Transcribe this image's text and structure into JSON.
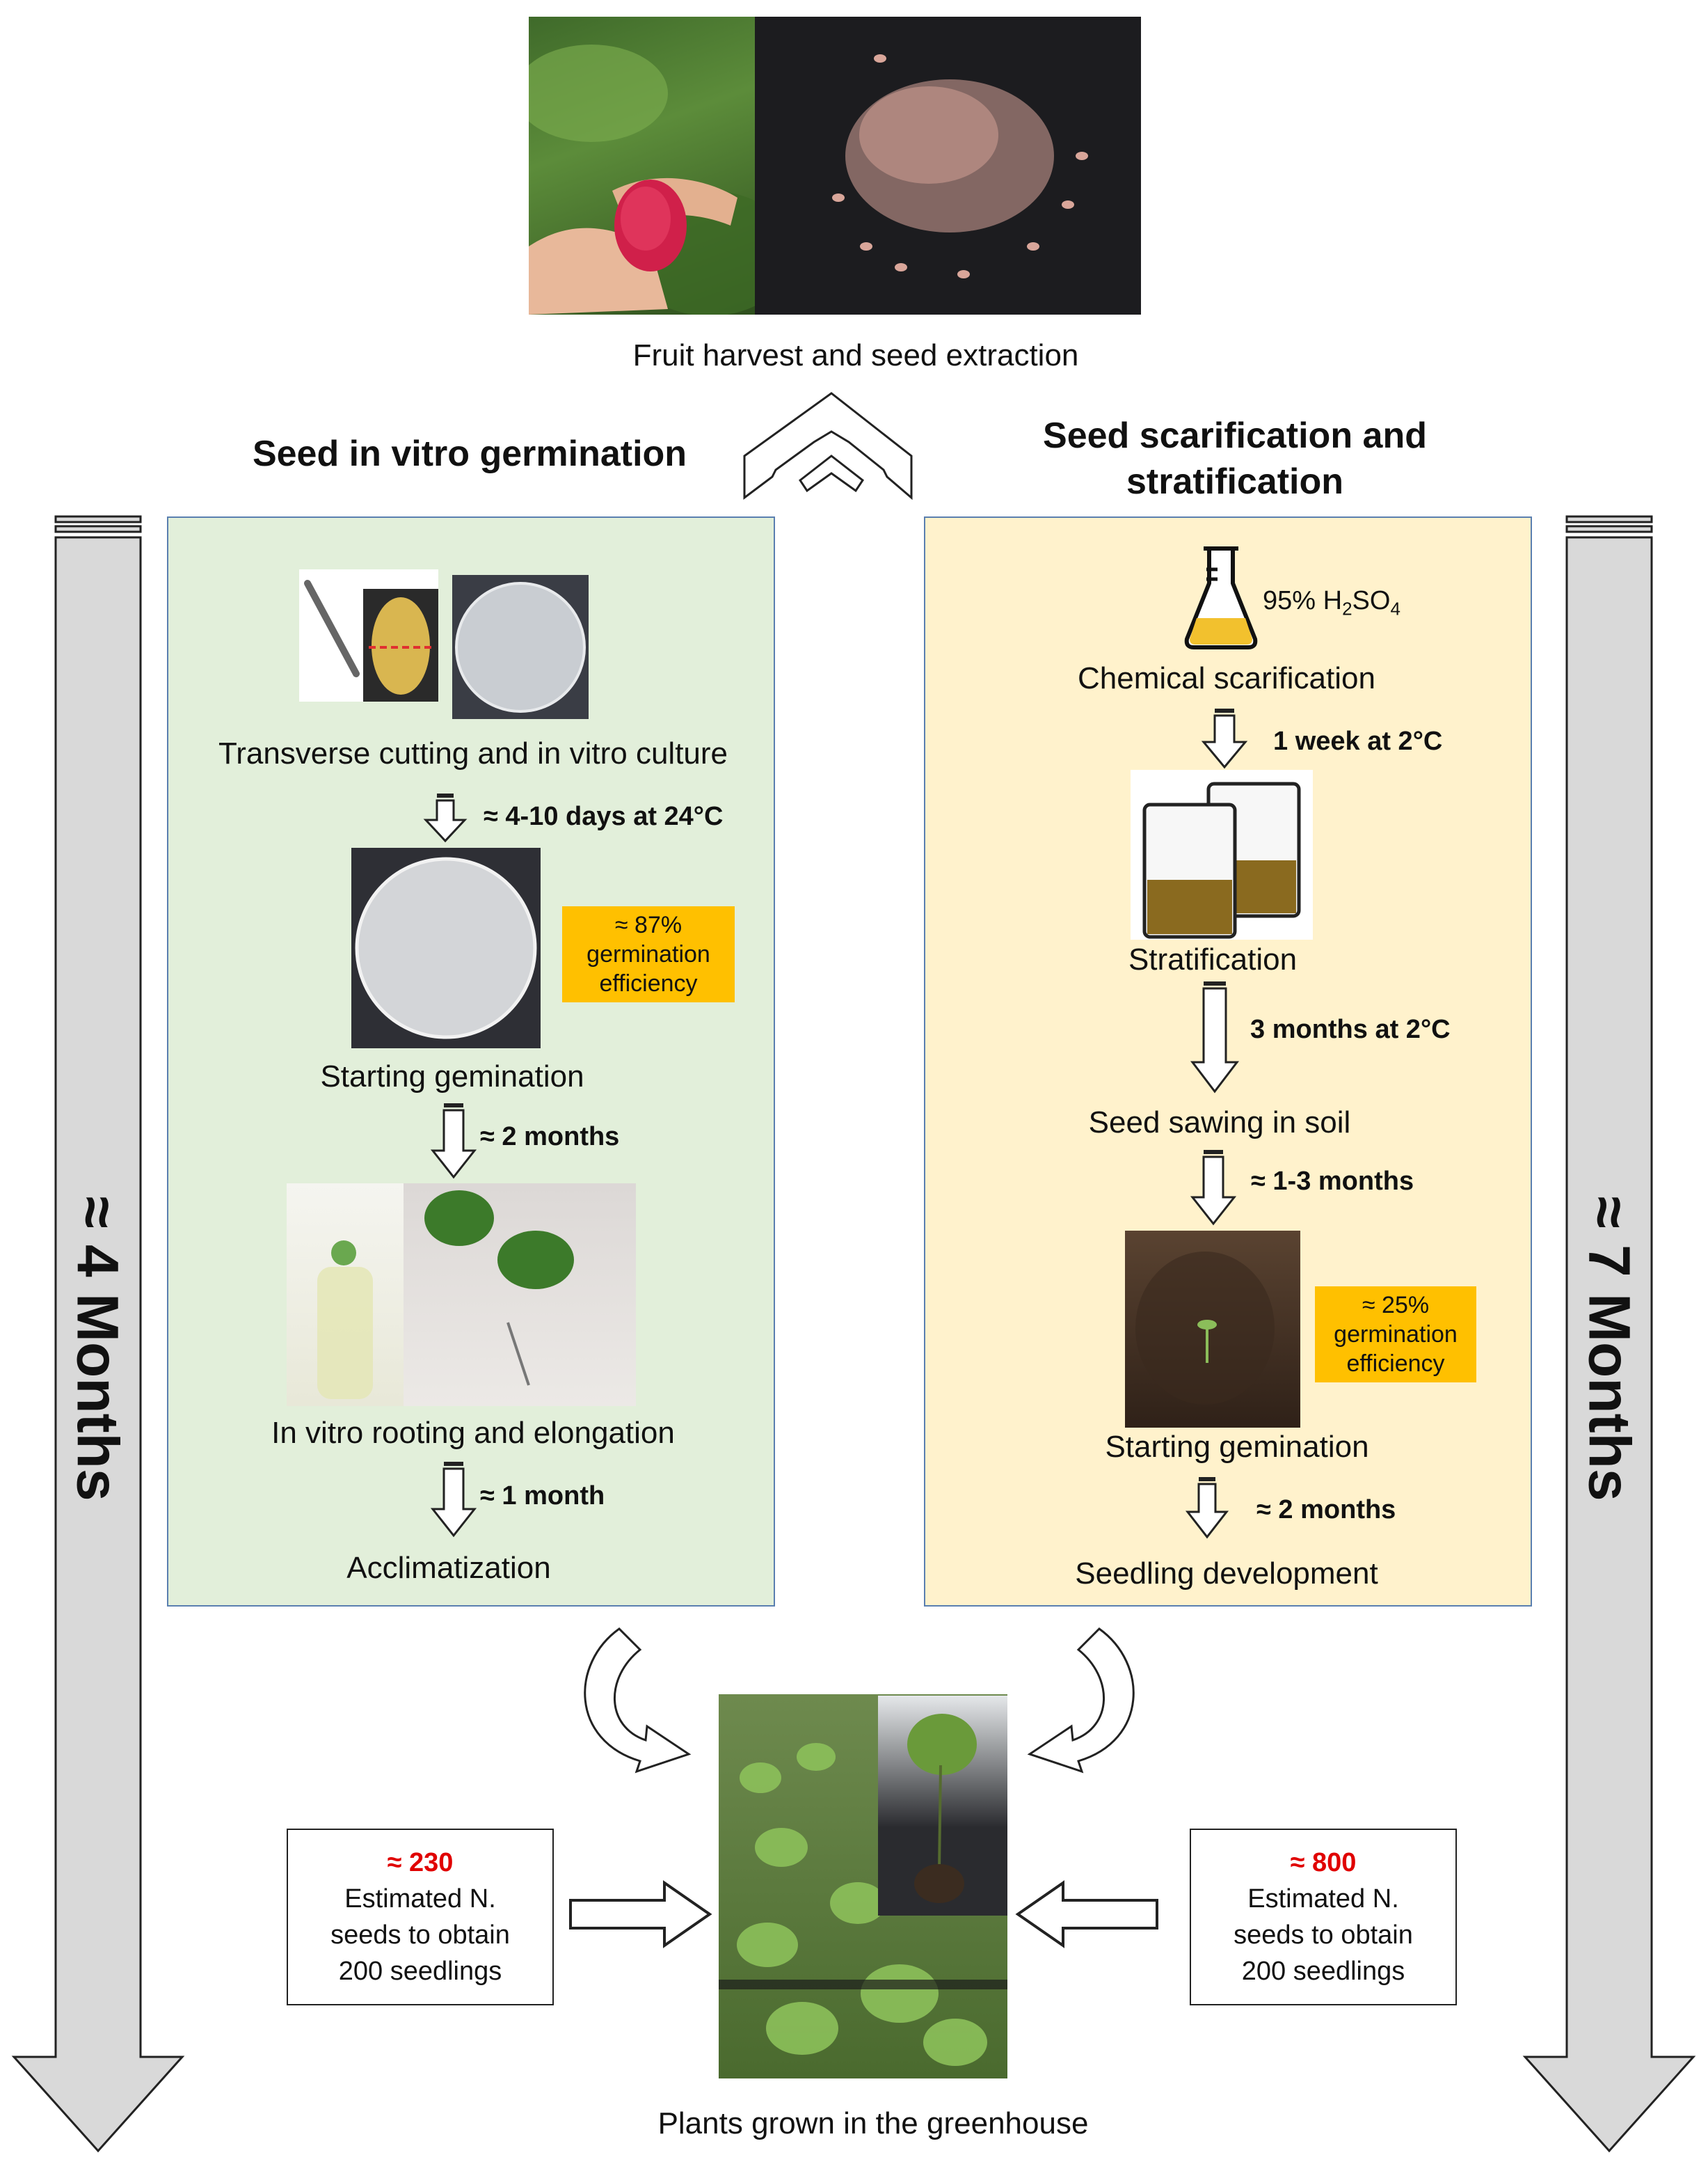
{
  "top": {
    "caption": "Fruit harvest and seed extraction"
  },
  "left_branch": {
    "title": "Seed in vitro germination",
    "duration_label": "≈ 4 Months",
    "steps": [
      {
        "label": "Transverse cutting and in vitro culture"
      },
      {
        "arrow_label": "≈ 4-10 days at 24°C"
      },
      {
        "label": "Starting gemination"
      },
      {
        "arrow_label": "≈ 2 months"
      },
      {
        "label": "In vitro rooting and elongation"
      },
      {
        "arrow_label": "≈ 1 month"
      },
      {
        "label": "Acclimatization"
      }
    ],
    "badge": [
      "≈ 87%",
      "germination",
      "efficiency"
    ],
    "estimate": {
      "value": "≈ 230",
      "lines": [
        "Estimated N.",
        "seeds to obtain",
        "200 seedlings"
      ]
    }
  },
  "right_branch": {
    "title_lines": [
      "Seed scarification and",
      "stratification"
    ],
    "duration_label": "≈ 7 Months",
    "reagent": {
      "percent": "95% H",
      "sub1": "2",
      "mid": "SO",
      "sub2": "4"
    },
    "steps": [
      {
        "label": "Chemical scarification"
      },
      {
        "arrow_label": "1 week at 2°C"
      },
      {
        "label": "Stratification"
      },
      {
        "arrow_label": "3 months at 2°C"
      },
      {
        "label": "Seed sawing in soil"
      },
      {
        "arrow_label": "≈ 1-3 months"
      },
      {
        "label": "Starting gemination"
      },
      {
        "arrow_label": "≈ 2 months"
      },
      {
        "label": "Seedling development"
      }
    ],
    "badge": [
      "≈ 25%",
      "germination",
      "efficiency"
    ],
    "estimate": {
      "value": "≈ 800",
      "lines": [
        "Estimated N.",
        "seeds to obtain",
        "200 seedlings"
      ]
    }
  },
  "bottom": {
    "caption": "Plants grown in the greenhouse"
  },
  "colors": {
    "left_panel": "#e2efda",
    "right_panel": "#fff2cc",
    "badge": "#ffc000",
    "highlight": "#e00000",
    "timeline": "#d9d9d9"
  }
}
